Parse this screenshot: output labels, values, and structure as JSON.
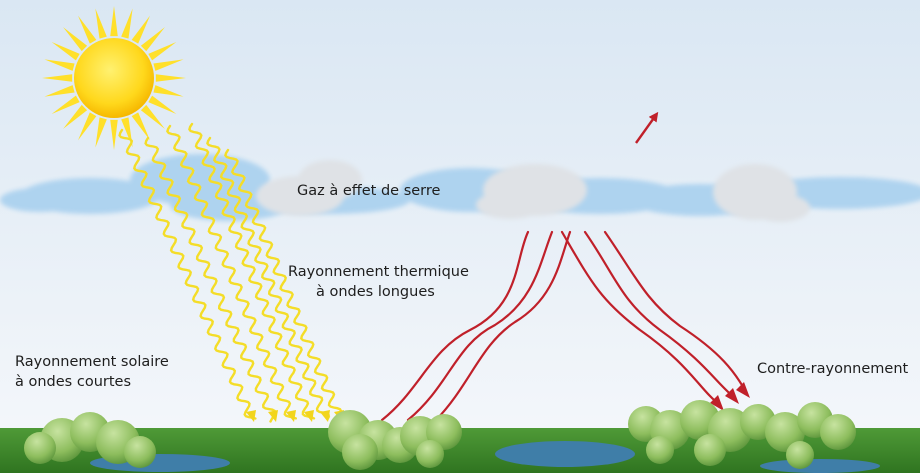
{
  "labels": {
    "greenhouse_gas": "Gaz à effet de serre",
    "thermal_line1": "Rayonnement thermique",
    "thermal_line2": "à ondes longues",
    "solar_line1": "Rayonnement solaire",
    "solar_line2": "à ondes courtes",
    "counter": "Contre-rayonnement"
  },
  "colors": {
    "sky_top": "#dfeaf4",
    "sky_bottom": "#f4f7fa",
    "sun": "#ffd21f",
    "sun_rays": "#ffe22e",
    "solar_waves": "#f5de2a",
    "thermal_waves": "#c0202a",
    "cloud_blue": "#a9d0ee",
    "cloud_grey": "#d6d9dd",
    "ground": "#3e8a2c",
    "water": "#3f7ea8",
    "bushes": "#86b85a"
  }
}
